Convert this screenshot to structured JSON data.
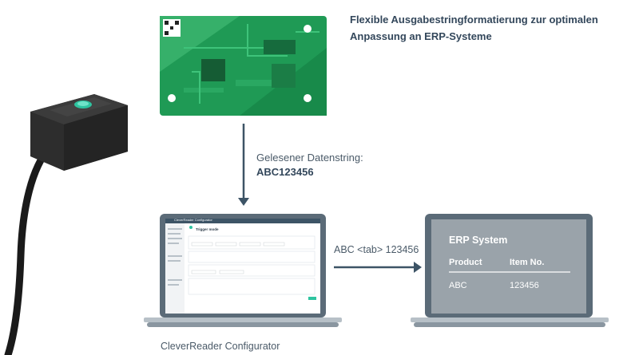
{
  "title": "Flexible Ausgabestringformatierung zur optimalen Anpassung an ERP-Systeme",
  "data_string_label": "Gelesener Datenstring:",
  "data_string_value": "ABC123456",
  "tab_output": "ABC <tab> 123456",
  "configurator_caption": "CleverReader Configurator",
  "configurator_app": {
    "title": "CleverReader Configurator",
    "heading": "Trigger mode"
  },
  "erp": {
    "title": "ERP System",
    "headers": [
      "Product",
      "Item No."
    ],
    "row": [
      "ABC",
      "123456"
    ]
  },
  "colors": {
    "text_dark": "#33475b",
    "arrow": "#3d5466",
    "erp_screen": "#9aa3aa",
    "laptop_frame": "#5b6b78",
    "pcb_green": "#1f9a55"
  }
}
